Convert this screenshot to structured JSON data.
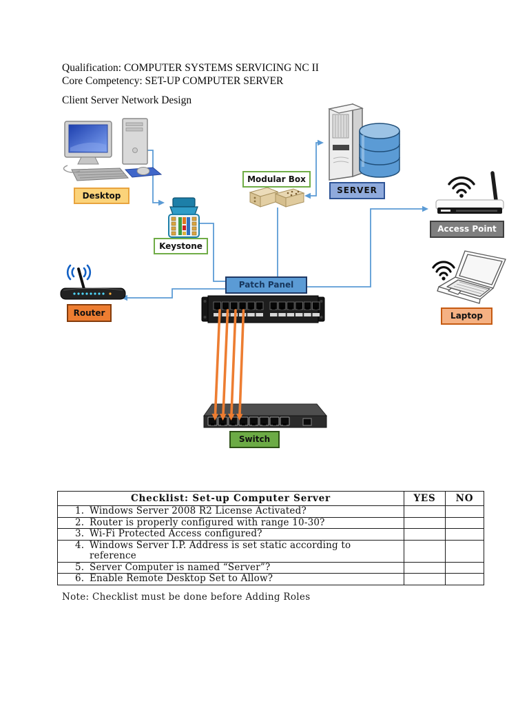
{
  "header": {
    "qualification": "Qualification: COMPUTER SYSTEMS SERVICING NC II",
    "core_competency": "Core Competency: SET-UP COMPUTER SERVER",
    "diagram_title": "Client Server Network Design"
  },
  "diagram": {
    "labels": {
      "desktop": "Desktop",
      "keystone": "Keystone",
      "modular_box": "Modular Box",
      "server": "SERVER",
      "access_point": "Access Point",
      "router": "Router",
      "patch_panel": "Patch Panel",
      "laptop": "Laptop",
      "switch": "Switch"
    },
    "colors": {
      "connector_blue": "#5B9BD5",
      "cable_orange": "#ED7D31",
      "desktop_label_bg": "#FBD37A",
      "server_label_bg": "#8FAADC",
      "access_point_label_bg": "#7F7F7F",
      "router_label_bg": "#ED7D31",
      "patch_panel_label_bg": "#5B9BD5",
      "laptop_label_bg": "#F5B183",
      "switch_label_bg": "#6CAB45",
      "keystone_label_border": "#6FAC46"
    }
  },
  "checklist": {
    "title": "Checklist: Set-up Computer Server",
    "columns": {
      "yes": "YES",
      "no": "NO"
    },
    "items": [
      {
        "num": "1.",
        "text": "Windows Server 2008 R2 License Activated?"
      },
      {
        "num": "2.",
        "text": "Router is properly configured with range 10-30?"
      },
      {
        "num": "3.",
        "text": "Wi-Fi Protected Access configured?"
      },
      {
        "num": "4.",
        "text": "Windows Server I.P. Address is set static according to reference"
      },
      {
        "num": "5.",
        "text": "Server Computer is named “Server”?"
      },
      {
        "num": "6.",
        "text": "Enable Remote Desktop Set to Allow?"
      }
    ]
  },
  "note": "Note: Checklist must be done before Adding Roles"
}
